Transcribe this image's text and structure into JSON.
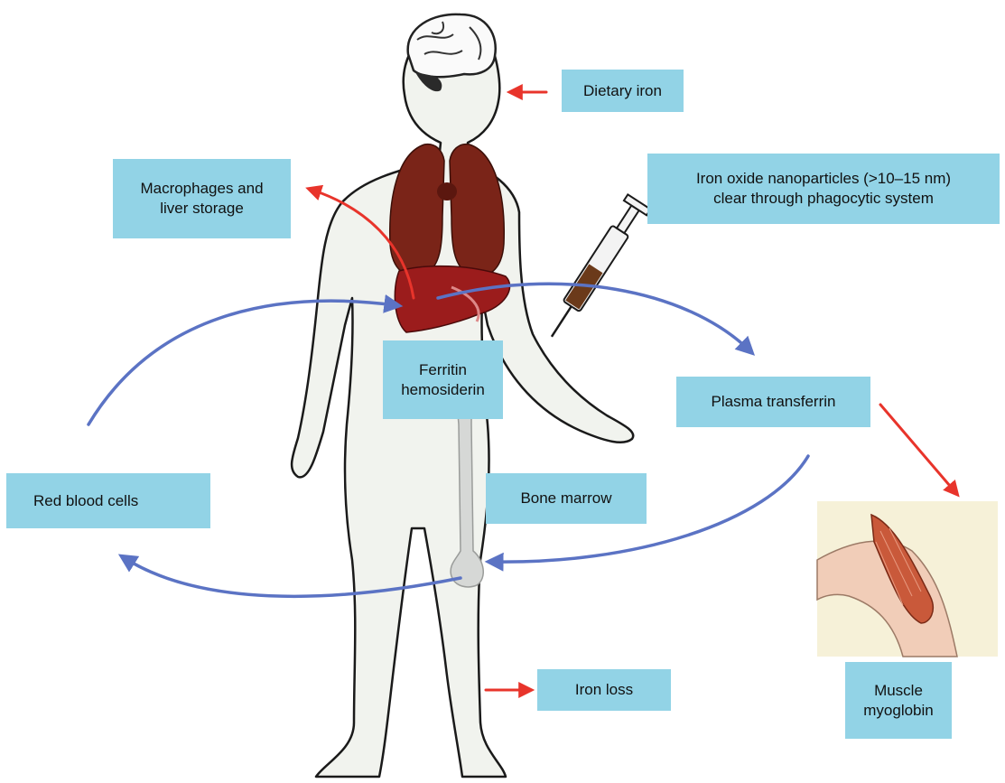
{
  "labels": {
    "dietary_iron": "Dietary iron",
    "macrophages_line1": "Macrophages and",
    "macrophages_line2": "liver storage",
    "iron_oxide_line1": "Iron oxide nanoparticles (>10–15 nm)",
    "iron_oxide_line2": "clear through phagocytic system",
    "ferritin_line1": "Ferritin",
    "ferritin_line2": "hemosiderin",
    "plasma_transferrin": "Plasma transferrin",
    "red_blood_cells": "Red blood cells",
    "bone_marrow": "Bone marrow",
    "iron_loss": "Iron loss",
    "muscle_line1": "Muscle",
    "muscle_line2": "myoglobin"
  },
  "colors": {
    "label_bg": "#92d3e6",
    "cycle_arrow": "#5b73c4",
    "flow_arrow": "#e8342b",
    "organ": "#7a2418",
    "liver": "#9b1c1c",
    "body_fill": "#f1f3ee",
    "outline": "#1a1a1a",
    "bone": "#d6d8d6"
  },
  "icons": [
    "human-body-figure",
    "brain-icon",
    "lungs-icon",
    "liver-icon",
    "femur-bone-icon",
    "syringe-icon",
    "arm-muscle-icon"
  ]
}
